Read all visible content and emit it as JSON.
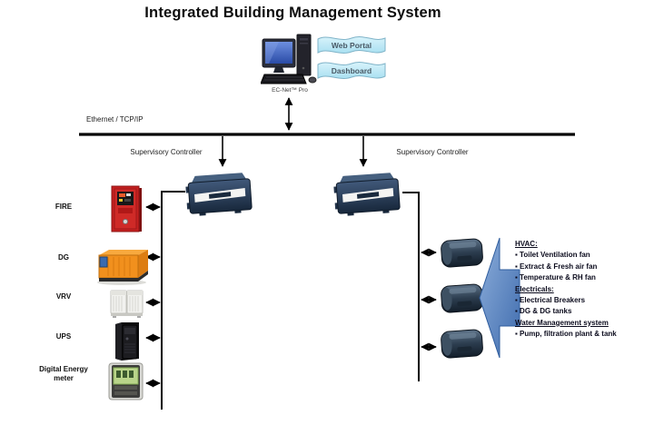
{
  "title": "Integrated Building Management System",
  "server": {
    "label": "EC-Net™ Pro",
    "web_portal": "Web Portal",
    "dashboard": "Dashboard"
  },
  "network": {
    "ethernet_label": "Ethernet / TCP/IP",
    "supervisory_left": "Supervisory Controller",
    "supervisory_right": "Supervisory Controller"
  },
  "left_devices": [
    {
      "label": "FIRE",
      "icon": "fire-alarm-panel"
    },
    {
      "label": "DG",
      "icon": "diesel-generator"
    },
    {
      "label": "VRV",
      "icon": "vrv-outdoor-units"
    },
    {
      "label": "UPS",
      "icon": "ups-tower"
    },
    {
      "label": "Digital Energy meter",
      "icon": "digital-energy-meter"
    }
  ],
  "right_panel": {
    "sections": [
      {
        "heading": "HVAC:",
        "items": [
          "▪ Toilet Ventilation fan",
          "▪ Extract & Fresh air fan",
          "▪ Temperature & RH fan"
        ]
      },
      {
        "heading": "Electricals:",
        "items": [
          "▪ Electrical Breakers",
          "▪ DG & DG tanks"
        ]
      },
      {
        "heading": "Water Management system",
        "items": [
          "▪ Pump, filtration plant & tank"
        ]
      }
    ]
  },
  "colors": {
    "fire_red": "#c5201f",
    "generator_orange": "#f1901d",
    "controller_navy": "#24364c",
    "arrow_blue": "#4f81bd",
    "wave_cyan": "#c9ecf6",
    "line_black": "#000000"
  }
}
